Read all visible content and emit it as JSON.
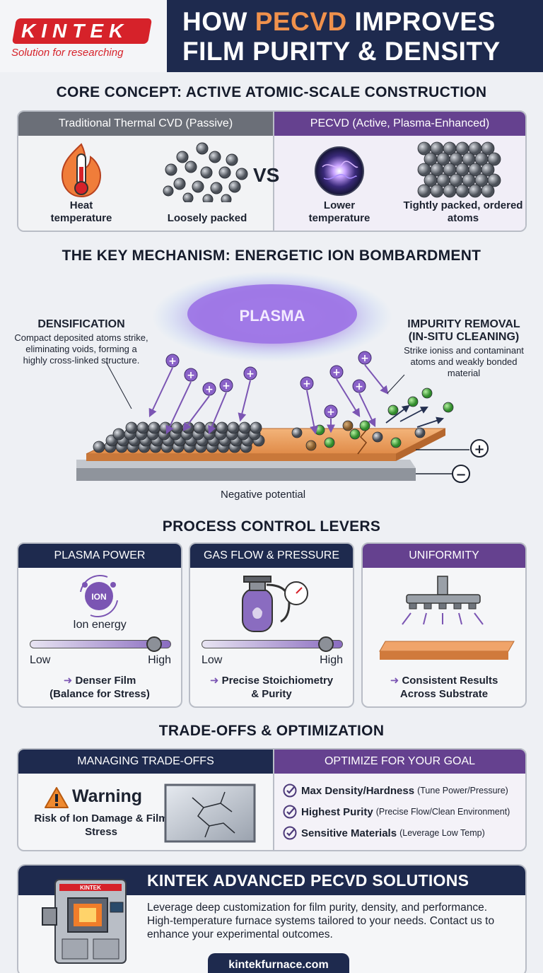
{
  "header": {
    "logo": "KINTEK",
    "tagline": "Solution for researching",
    "title_part1": "HOW ",
    "title_accent": "PECVD",
    "title_part2": " IMPROVES",
    "title_line2": "FILM PURITY & DENSITY"
  },
  "core": {
    "section_title": "CORE CONCEPT: ACTIVE ATOMIC-SCALE CONSTRUCTION",
    "left_header": "Traditional Thermal CVD (Passive)",
    "right_header": "PECVD (Active, Plasma-Enhanced)",
    "vs": "VS",
    "cells": [
      {
        "label": "Heat temperature",
        "icon": "thermometer-flame-icon"
      },
      {
        "label": "Loosely packed",
        "icon": "loose-atoms-icon"
      },
      {
        "label": "Lower temperature",
        "icon": "plasma-orb-icon"
      },
      {
        "label": "Tightly packed, ordered atoms",
        "icon": "packed-atoms-icon"
      }
    ]
  },
  "mechanism": {
    "section_title": "THE KEY MECHANISM: ENERGETIC ION BOMBARDMENT",
    "plasma_label": "PLASMA",
    "densification_title": "DENSIFICATION",
    "densification_desc": "Compact deposited atoms strike, eliminating voids, forming a highly cross-linked structure.",
    "impurity_title": "IMPURITY REMOVAL (IN-SITU CLEANING)",
    "impurity_desc": "Strike ioniss and contaminant atoms and weakly bonded material",
    "potential_label": "Negative potential",
    "plus_sign": "+",
    "minus_sign": "−"
  },
  "levers": {
    "section_title": "PROCESS CONTROL LEVERS",
    "items": [
      {
        "title": "PLASMA POWER",
        "caption": "Ion energy",
        "icon_text": "ION",
        "low": "Low",
        "high": "High",
        "result_line1": "Denser Film",
        "result_line2": "(Balance for Stress)",
        "slider_level": 0.92
      },
      {
        "title": "GAS FLOW & PRESSURE",
        "low": "Low",
        "high": "High",
        "result_line1": "Precise Stoichiometry",
        "result_line2": "& Purity",
        "slider_level": 0.92
      },
      {
        "title": "UNIFORMITY",
        "result_line1": "Consistent Results",
        "result_line2": "Across Substrate"
      }
    ]
  },
  "tradeoffs": {
    "section_title": "TRADE-OFFS & OPTIMIZATION",
    "left_header": "MANAGING TRADE-OFFS",
    "right_header": "OPTIMIZE FOR YOUR GOAL",
    "warning_title": "Warning",
    "warning_text": "Risk of Ion Damage & Film Stress",
    "goals": [
      {
        "main": "Max Density/Hardness",
        "sub": "(Tune Power/Pressure)"
      },
      {
        "main": "Highest Purity",
        "sub": "(Precise Flow/Clean Environment)"
      },
      {
        "main": "Sensitive Materials",
        "sub": "(Leverage Low Temp)"
      }
    ]
  },
  "footer": {
    "title": "KINTEK ADVANCED PECVD SOLUTIONS",
    "body": "Leverage deep customization for film purity, density, and performance. High-temperature furnace systems tailored to your needs. Contact us to enhance your experimental outcomes.",
    "url": "kintekfurnace.com",
    "furnace_badge": "KINTEK"
  },
  "colors": {
    "navy": "#1e2a4e",
    "purple": "#65418f",
    "accent_orange": "#f0914c",
    "brand_red": "#d6222a"
  }
}
